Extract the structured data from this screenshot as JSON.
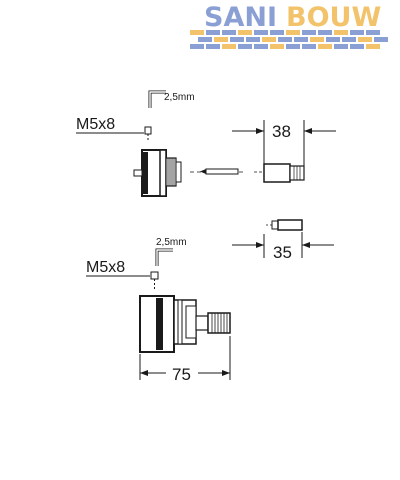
{
  "logo": {
    "word1": "SANI",
    "word2": "BOUW",
    "color_primary": "#8aa0d4",
    "color_accent": "#f2c36b"
  },
  "top_assembly": {
    "screw_label": "M5x8",
    "hex_key_label": "2,5mm",
    "extension_length": "38"
  },
  "bottom_assembly": {
    "screw_label": "M5x8",
    "hex_key_label": "2,5mm",
    "spindle_length": "35",
    "body_length": "75"
  }
}
